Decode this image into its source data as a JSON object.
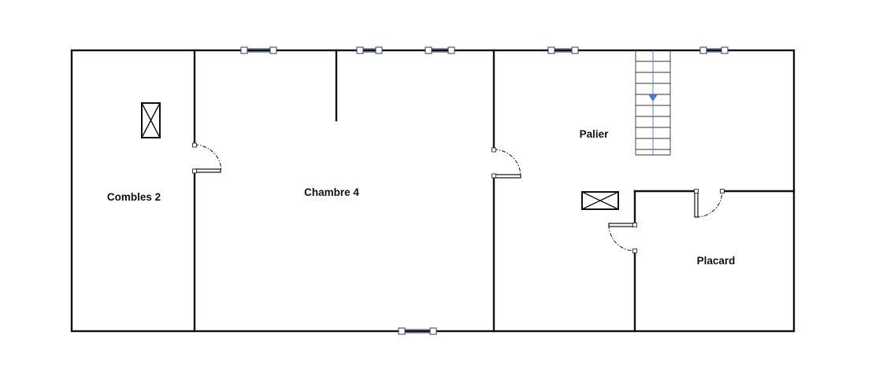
{
  "plan": {
    "rooms": {
      "combles_2": "Combles 2",
      "chambre_4": "Chambre 4",
      "palier": "Palier",
      "placard": "Placard"
    },
    "icons": {
      "roof_window": "roof-hatch-icon",
      "stair_direction": "stair-down-arrow-icon"
    },
    "colors": {
      "wall": "#111111",
      "window": "#2a3a7a",
      "stair_arrow": "#4a78c8"
    }
  }
}
